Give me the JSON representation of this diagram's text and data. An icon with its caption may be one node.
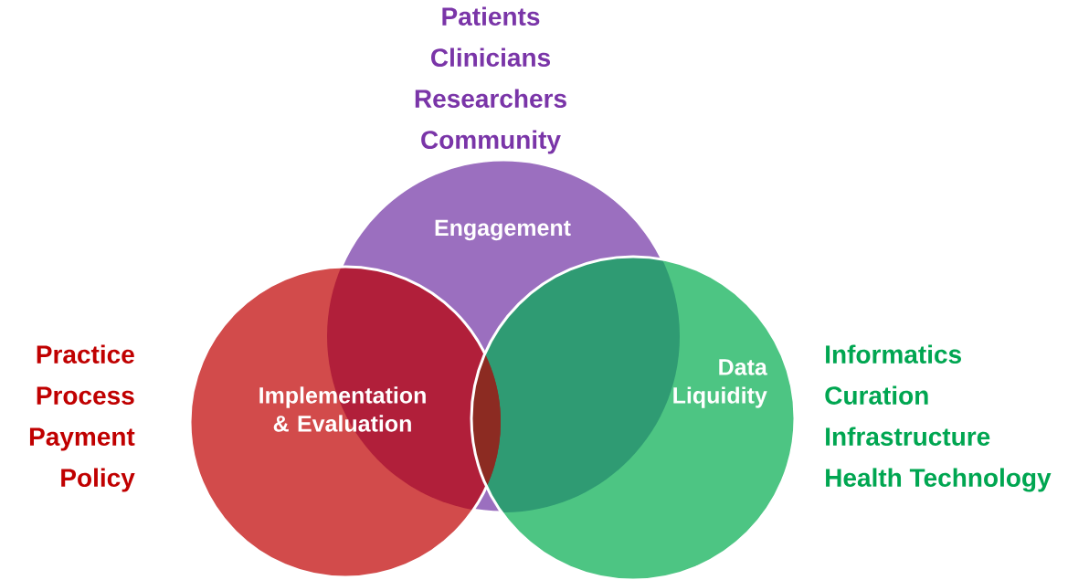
{
  "diagram": {
    "nodes": [
      {
        "text": [
          "Engagement"
        ],
        "beside": [
          "Patients",
          "Clinicians",
          "Researchers",
          "Community"
        ]
      },
      {
        "text": [
          "Implementation & Evaluation"
        ],
        "beside": [
          "Practice",
          "Process",
          "Payment",
          "Policy"
        ]
      },
      {
        "text": [
          "Data Liquidity"
        ],
        "beside": [
          "Informatics",
          "Curation",
          "Infrastructure",
          "Health Technology"
        ]
      }
    ]
  }
}
